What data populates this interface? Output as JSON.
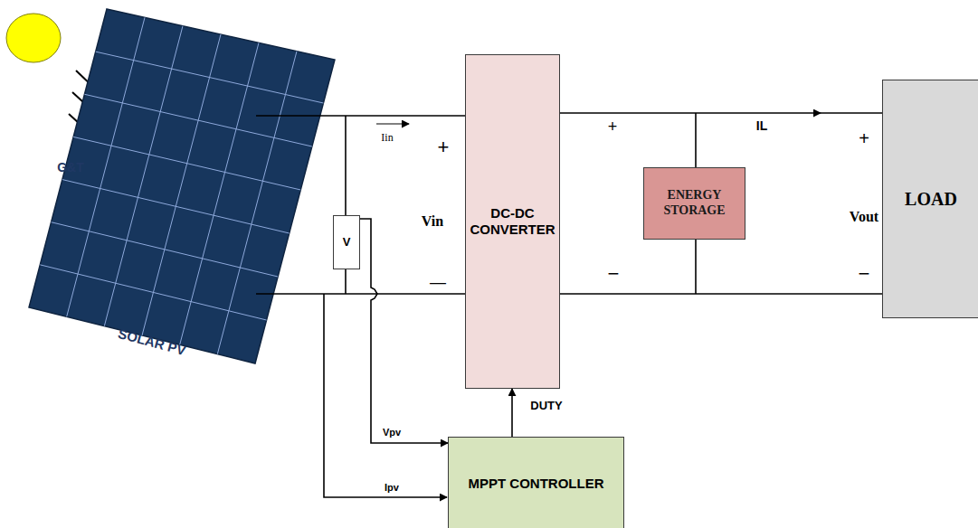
{
  "diagram": {
    "nodes": [
      {
        "text": [
          "DC-DC CONVERTER"
        ]
      },
      {
        "text": [
          "LOAD"
        ]
      },
      {
        "text": [
          "ENERGY STORAGE"
        ]
      },
      {
        "text": [
          "V"
        ]
      },
      {
        "text": [
          "MPPT CONTROLLER"
        ]
      }
    ],
    "edges": [
      {
        "from": 0,
        "to": 1,
        "arrow": "to"
      },
      {
        "from": 4,
        "to": 0,
        "arrow": "to",
        "label": "DUTY"
      },
      {
        "from": 3,
        "to": 4,
        "arrow": "to",
        "label": "Vpv"
      }
    ],
    "labels": [
      "G&T",
      "SOLAR PV",
      "Iin",
      "+",
      "Vin",
      "—",
      "+",
      "−",
      "IL",
      "+",
      "Vout",
      "−",
      "Ipv"
    ]
  }
}
